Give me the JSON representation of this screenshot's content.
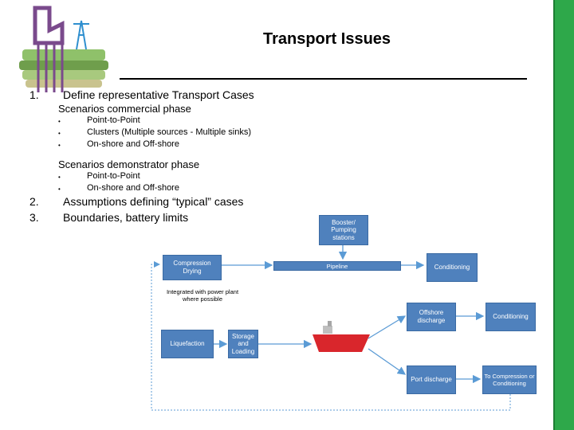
{
  "slide": {
    "title": "Transport Issues",
    "items": [
      {
        "number": "1.",
        "text": "Define representative Transport Cases"
      },
      {
        "number": "2.",
        "text": "Assumptions defining “typical” cases"
      },
      {
        "number": "3.",
        "text": "Boundaries, battery limits"
      }
    ],
    "commercial": {
      "heading": "Scenarios commercial phase",
      "bullets": [
        "Point-to-Point",
        "Clusters (Multiple sources - Multiple sinks)",
        "On-shore and Off-shore"
      ]
    },
    "demonstrator": {
      "heading": "Scenarios demonstrator phase",
      "bullets": [
        "Point-to-Point",
        "On-shore and Off-shore"
      ]
    },
    "bullet_symbol": "•"
  },
  "diagram": {
    "boxes": {
      "booster": "Booster/ Pumping stations",
      "compression": "Compression Drying",
      "pipeline": "Pipeline",
      "conditioning_top": "Conditioning",
      "offshore": "Offshore discharge",
      "conditioning_mid": "Conditioning",
      "liquefaction": "Liquefaction",
      "storage": "Storage and Loading",
      "port": "Port discharge",
      "to_compression": "To Compression or Conditioning"
    },
    "note": "Integrated with power plant where possible"
  },
  "colors": {
    "box_fill": "#4f81bd",
    "accent_bar": "#2ea84a",
    "ship_hull": "#d9262c"
  },
  "logo": {
    "icon": "power-plant-pipeline-logo"
  }
}
